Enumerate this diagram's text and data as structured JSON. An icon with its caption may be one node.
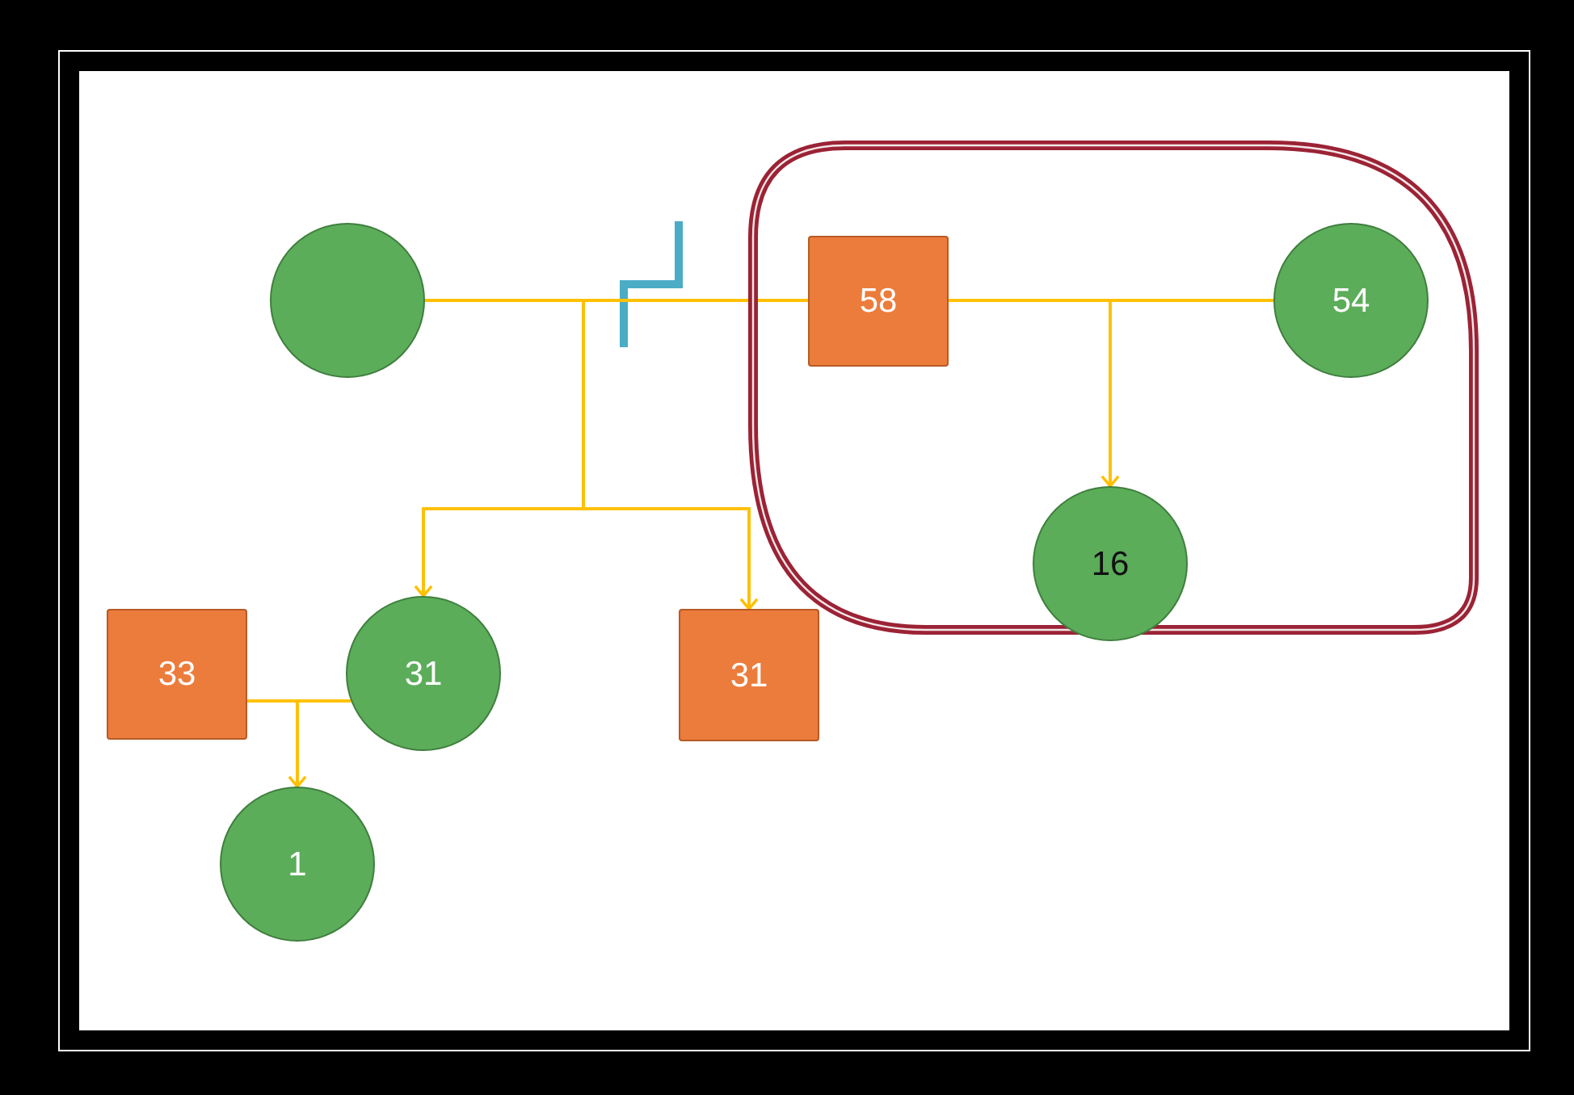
{
  "diagram": {
    "nodes": [
      {
        "text": [],
        "shape": "circle"
      },
      {
        "text": [],
        "shape": "box"
      },
      {
        "text": [
          "58"
        ],
        "in": 1
      },
      {
        "text": [
          "54"
        ],
        "in": 1
      },
      {
        "text": [
          "16"
        ]
      },
      {
        "text": [
          "33"
        ]
      },
      {
        "text": [
          "31"
        ]
      },
      {
        "text": [
          "31"
        ]
      },
      {
        "text": [
          "1"
        ]
      }
    ],
    "edges": [
      {
        "from": 0,
        "to": 2,
        "arrow": "none"
      },
      {
        "from": 0,
        "to": 6,
        "arrow": "to"
      },
      {
        "from": 2,
        "to": 6,
        "arrow": "to"
      },
      {
        "from": 0,
        "to": 7,
        "arrow": "to"
      },
      {
        "from": 2,
        "to": 7,
        "arrow": "to"
      },
      {
        "from": 2,
        "to": 3,
        "arrow": "none"
      },
      {
        "from": 2,
        "to": 4,
        "arrow": "to"
      },
      {
        "from": 3,
        "to": 4,
        "arrow": "to"
      },
      {
        "from": 5,
        "to": 6,
        "arrow": "none"
      },
      {
        "from": 5,
        "to": 8,
        "arrow": "to"
      },
      {
        "from": 6,
        "to": 8,
        "arrow": "to"
      }
    ]
  }
}
